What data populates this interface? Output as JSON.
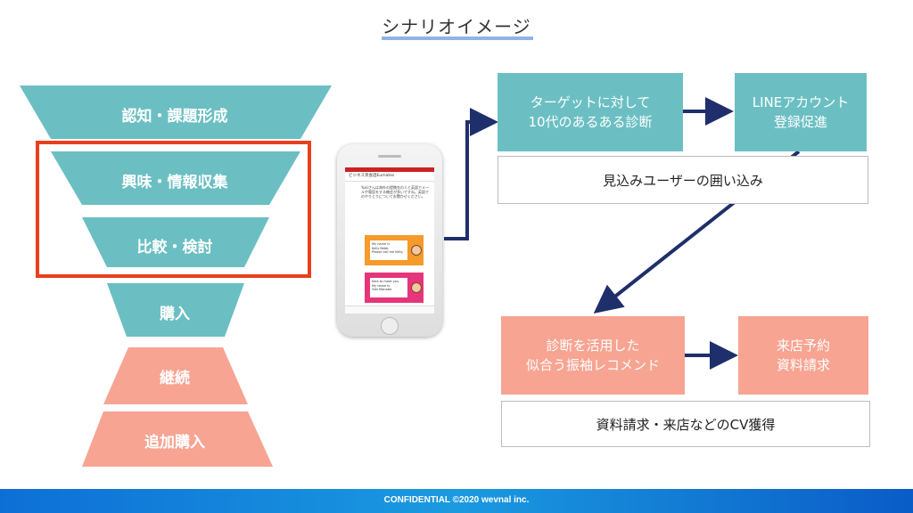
{
  "slide": {
    "title": "シナリオイメージ"
  },
  "funnel": {
    "stages": [
      {
        "label": "認知・課題形成",
        "color": "#6bbfc3"
      },
      {
        "label": "興味・情報収集",
        "color": "#6bbfc3"
      },
      {
        "label": "比較・検討",
        "color": "#6bbfc3"
      },
      {
        "label": "購入",
        "color": "#6bbfc3"
      },
      {
        "label": "継続",
        "color": "#f7a492"
      },
      {
        "label": "追加購入",
        "color": "#f7a492"
      }
    ],
    "highlight_color": "#e8401d"
  },
  "phone": {
    "header": "ビジネス英会話Eumates",
    "message": "Yukiさんは海外の提携先の人と英語でメールや電話をする機会が多いですね。英語でのやりとりについてお聞かせください。",
    "card1": {
      "line1": "My name is",
      "line2": "Kelly Bebb.",
      "line3": "Please call me Kelly."
    },
    "card2": {
      "line1": "Nice to meet you.",
      "line2": "My name is",
      "line3": "Yuki Manabe."
    }
  },
  "flow": {
    "box1": {
      "line1": "ターゲットに対して",
      "line2": "10代のあるある診断"
    },
    "box2": {
      "line1": "LINEアカウント",
      "line2": "登録促進"
    },
    "caption1": "見込みユーザーの囲い込み",
    "box3": {
      "line1": "診断を活用した",
      "line2": "似合う振袖レコメンド"
    },
    "box4": {
      "line1": "来店予約",
      "line2": "資料請求"
    },
    "caption2": "資料請求・来店などのCV獲得"
  },
  "colors": {
    "teal": "#6bbfc3",
    "salmon": "#f7a492",
    "arrow": "#1f2f6b",
    "footer": "#1b8ee0"
  },
  "footer": {
    "text": "CONFIDENTIAL   ©2020 wevnal inc."
  }
}
